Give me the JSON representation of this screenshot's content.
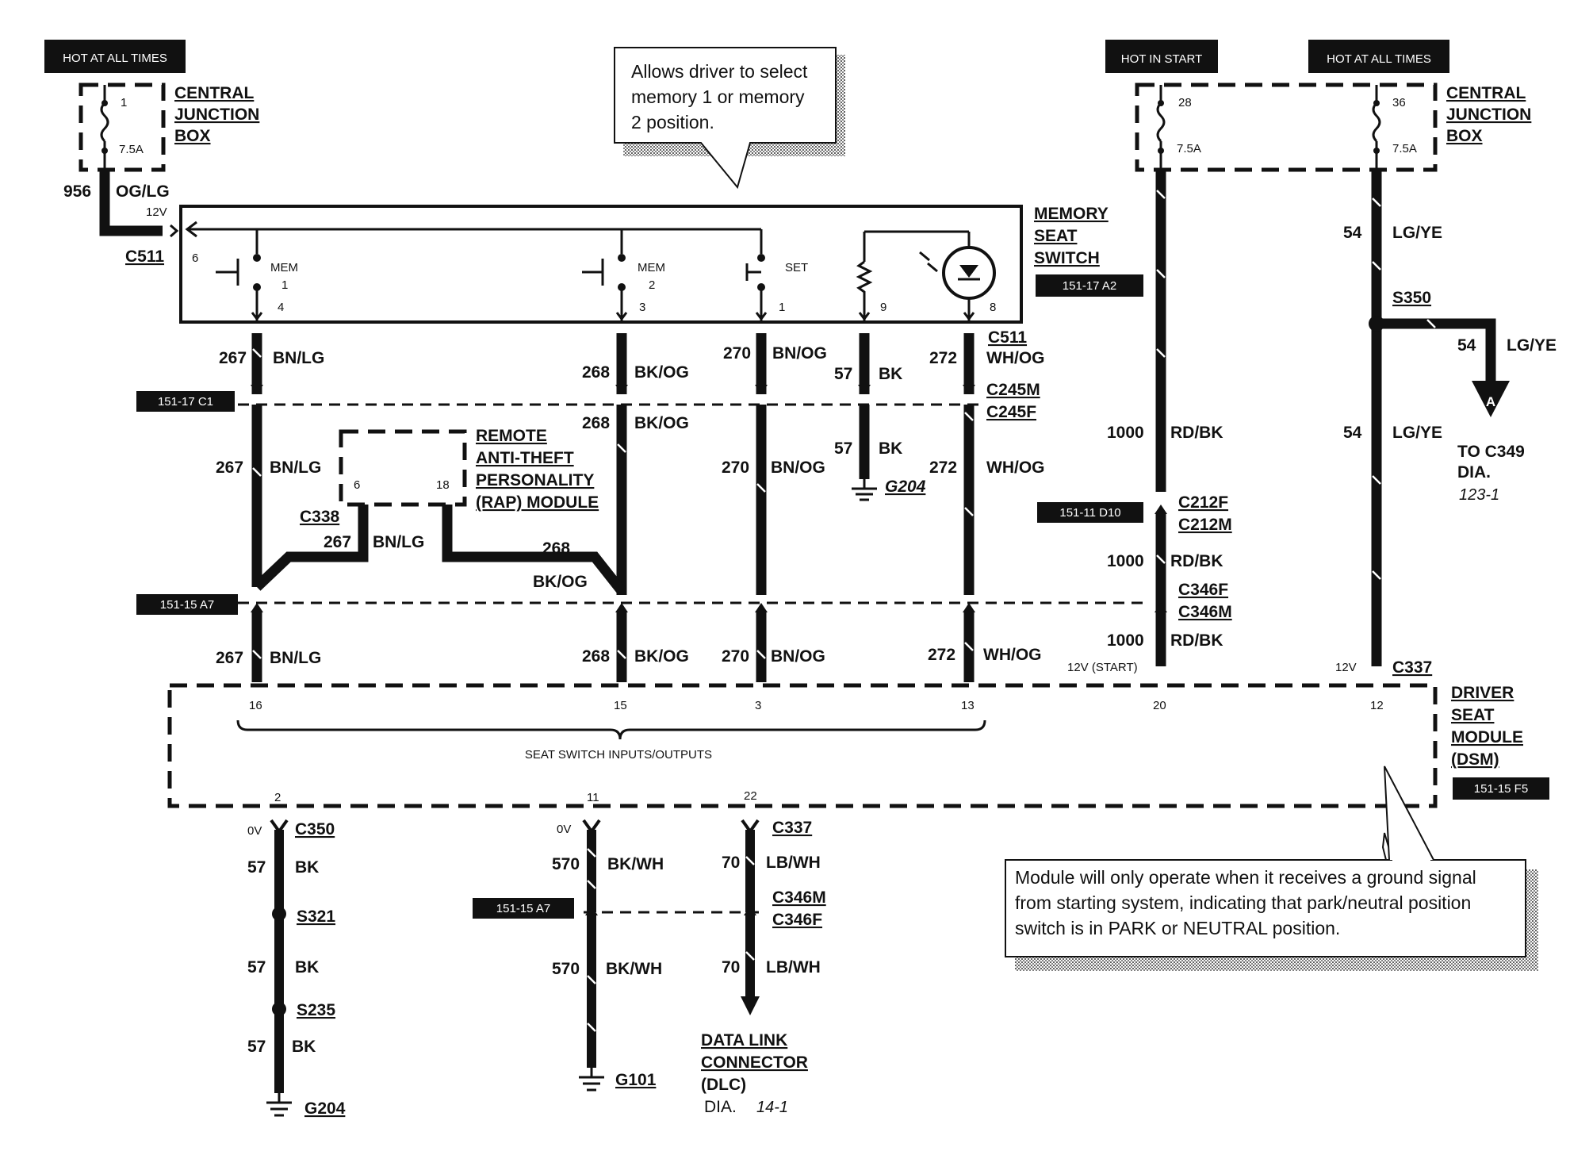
{
  "hot_labels": {
    "left": "HOT AT ALL TIMES",
    "start": "HOT IN START",
    "right": "HOT AT ALL TIMES"
  },
  "cjb": {
    "left": {
      "l1": "CENTRAL",
      "l2": "JUNCTION",
      "l3": "BOX",
      "pin": "1",
      "fuse": "7.5A"
    },
    "right": {
      "l1": "CENTRAL",
      "l2": "JUNCTION",
      "l3": "BOX",
      "pin_a": "28",
      "fuse_a": "7.5A",
      "pin_b": "36",
      "fuse_b": "7.5A"
    }
  },
  "callout_top": {
    "line1": "Allows  driver to select",
    "line2": "memory 1 or memory",
    "line3": "2 position."
  },
  "callout_bottom": {
    "line1": "Module will only operate when it receives a ground signal",
    "line2": "from starting system, indicating that park/neutral position",
    "line3": "switch is in PARK or NEUTRAL position."
  },
  "memory_switch": {
    "l1": "MEMORY",
    "l2": "SEAT",
    "l3": "SWITCH",
    "ref": "151-17 A2",
    "mem1": "MEM",
    "mem1_num": "1",
    "mem2": "MEM",
    "mem2_num": "2",
    "set": "SET",
    "pins": [
      "6",
      "4",
      "3",
      "1",
      "9",
      "8"
    ]
  },
  "top_left": {
    "circuit": "956",
    "color": "OG/LG",
    "voltage": "12V",
    "connector": "C511"
  },
  "connectors": {
    "c511": "C511",
    "c245m": "C245M",
    "c245f": "C245F",
    "c338": "C338",
    "c212f": "C212F",
    "c212m": "C212M",
    "c346f": "C346F",
    "c346m": "C346M",
    "c337": "C337",
    "c350": "C350",
    "c337b": "C337",
    "c346m_b": "C346M",
    "c346f_b": "C346F",
    "s350": "S350",
    "s321": "S321",
    "s235": "S235",
    "g204": "G204",
    "g204b": "G204",
    "g101": "G101"
  },
  "refs": {
    "r1": "151-17 C1",
    "r2": "151-15 A7",
    "r3": "151-11 D10",
    "r4": "151-15 F5",
    "r5": "151-15 A7"
  },
  "wires": {
    "w267": "267",
    "c267": "BN/LG",
    "w268": "268",
    "c268": "BK/OG",
    "w270": "270",
    "c270": "BN/OG",
    "w57": "57",
    "c57": "BK",
    "w272": "272",
    "c272": "WH/OG",
    "w1000": "1000",
    "c1000": "RD/BK",
    "w54": "54",
    "c54": "LG/YE",
    "w570": "570",
    "c570": "BK/WH",
    "w70": "70",
    "c70": "LB/WH"
  },
  "rap": {
    "l1": "REMOTE",
    "l2": "ANTI-THEFT",
    "l3": "PERSONALITY",
    "l4": "(RAP) MODULE",
    "pin_a": "6",
    "pin_b": "18"
  },
  "to_c349": {
    "letter": "A",
    "l1": "TO C349",
    "l2": "DIA.",
    "dia": "123-1"
  },
  "dsm": {
    "l1": "DRIVER",
    "l2": "SEAT",
    "l3": "MODULE",
    "l4": "(DSM)",
    "pins_top": [
      "16",
      "15",
      "3",
      "13",
      "20",
      "12"
    ],
    "pins_bottom": [
      "2",
      "11",
      "22"
    ],
    "bracket_label": "SEAT SWITCH INPUTS/OUTPUTS",
    "v_start": "12V (START)",
    "v12": "12V"
  },
  "bottom": {
    "v0a": "0V",
    "v0b": "0V"
  },
  "dlc": {
    "l1": "DATA LINK",
    "l2": "CONNECTOR",
    "l3": "(DLC)",
    "dia": "DIA.",
    "dia_num": "14-1"
  }
}
